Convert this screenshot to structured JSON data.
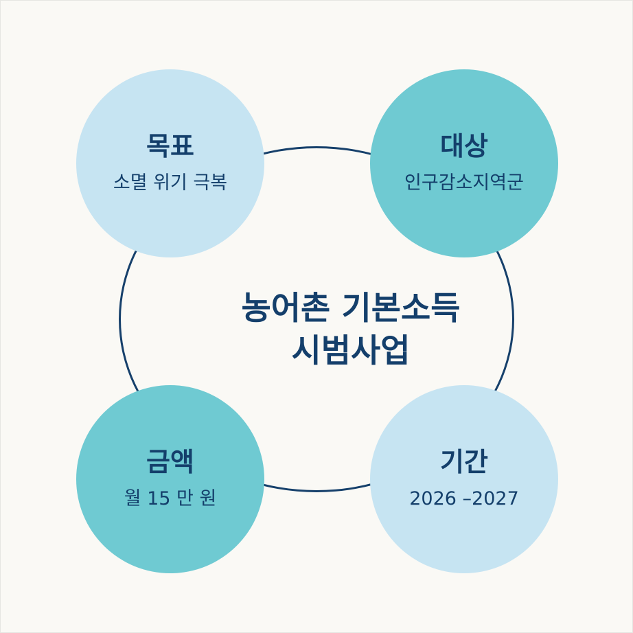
{
  "title": {
    "line1": "농어촌 기본소득",
    "line2": "시범사업"
  },
  "nodes": {
    "goal": {
      "title": "목표",
      "body": "소멸 위기 극복"
    },
    "target": {
      "title": "대상",
      "body": "인구감소지역군"
    },
    "amount": {
      "title": "금액",
      "body": "월 15 만 원"
    },
    "period": {
      "title": "기간",
      "body": "2026 –2027"
    }
  },
  "colors": {
    "background": "#faf9f5",
    "ring": "#16406b",
    "text": "#143f6b",
    "light_circle": "#c6e4f2",
    "teal_circle": "#6fcad2"
  }
}
